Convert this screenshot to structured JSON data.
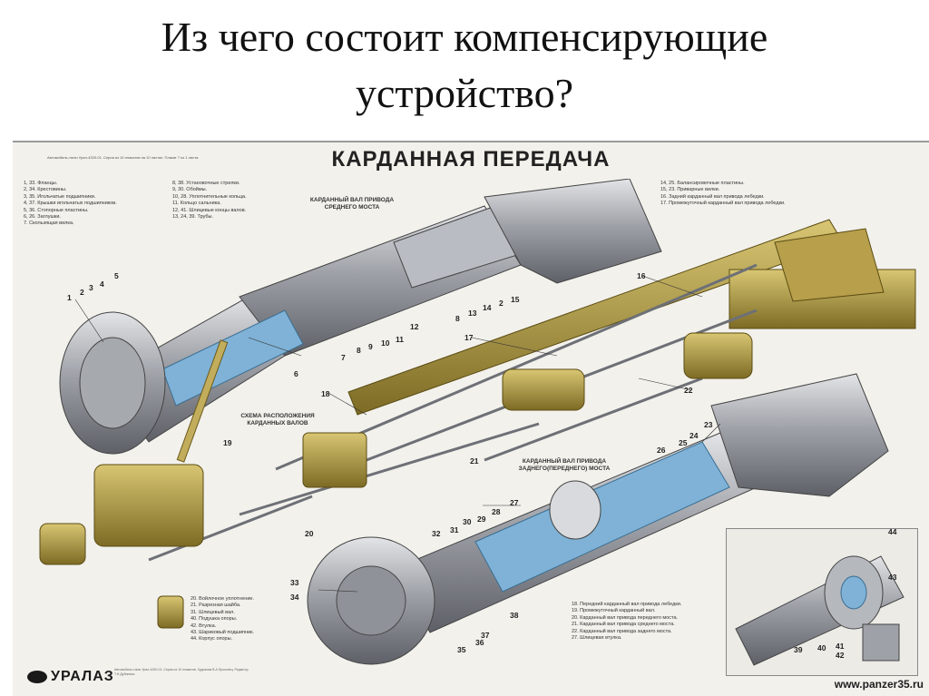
{
  "slide": {
    "title_line1": "Из чего состоит компенсирующие",
    "title_line2": "устройство?"
  },
  "poster": {
    "heading": "КАРДАННАЯ ПЕРЕДАЧА",
    "header_note": "Автомобиль-тягач Урал-4320-01. Серия из 10 плакатов на 10 листах. Плакат 7 из 1 листа.",
    "legend_left": [
      "1, 33. Фланцы.",
      "2, 34. Крестовины.",
      "3, 35. Игольчатые подшипники.",
      "4, 37. Крышки игольчатых подшипников.",
      "5, 36. Стопорные пластины.",
      "6, 26. Заглушки.",
      "7. Скользящая вилка."
    ],
    "legend_mid": [
      "8, 38. Установочные стрелки.",
      "9, 30. Обоймы.",
      "10, 28. Уплотнительные кольца.",
      "11. Кольцо сальника.",
      "12, 41. Шлицевые концы валов.",
      "13, 24, 39. Трубы."
    ],
    "legend_right": [
      "14, 25. Балансировочные пластины.",
      "15, 23. Приварные вилки.",
      "16. Задний карданный вал привода лебедки.",
      "17. Промежуточный карданный вал привода лебедки."
    ],
    "legend_bottom_left": [
      "20. Войлочное уплотнение.",
      "21. Разрезная шайба.",
      "31. Шлицевый вал.",
      "40. Подушка опоры.",
      "42. Втулка.",
      "43. Шариковый подшипник.",
      "44. Корпус опоры."
    ],
    "legend_bottom_right": [
      "18. Передний карданный вал привода лебедки.",
      "19. Промежуточный карданный вал.",
      "20. Карданный вал привода переднего моста.",
      "21. Карданный вал привода среднего моста.",
      "22. Карданный вал привода заднего моста.",
      "27. Шлицевая втулка."
    ],
    "caption_mid_shaft": "КАРДАННЫЙ ВАЛ ПРИВОДА\nСРЕДНЕГО МОСТА",
    "caption_scheme": "СХЕМА РАСПОЛОЖЕНИЯ\nКАРДАННЫХ ВАЛОВ",
    "caption_rear_shaft": "КАРДАННЫЙ ВАЛ ПРИВОДА\nЗАДНЕГО(ПЕРЕДНЕГО) МОСТА",
    "logo_text": "УРАЛАЗ",
    "imprint": "Автомобиль-тягач Урал-4320-01. Серия из 10 плакатов. Художник В.А.Прокопец. Редактор Т.Н.Дубинина.",
    "watermark": "www.panzer35.ru"
  },
  "callouts": [
    {
      "id": "1",
      "text": "1"
    },
    {
      "id": "2",
      "text": "2"
    },
    {
      "id": "3",
      "text": "3"
    },
    {
      "id": "4",
      "text": "4"
    },
    {
      "id": "5",
      "text": "5"
    },
    {
      "id": "6",
      "text": "6"
    },
    {
      "id": "7",
      "text": "7"
    },
    {
      "id": "8",
      "text": "8"
    },
    {
      "id": "9",
      "text": "9"
    },
    {
      "id": "10",
      "text": "10"
    },
    {
      "id": "11",
      "text": "11"
    },
    {
      "id": "12",
      "text": "12"
    },
    {
      "id": "8b",
      "text": "8"
    },
    {
      "id": "13",
      "text": "13"
    },
    {
      "id": "14",
      "text": "14"
    },
    {
      "id": "2b",
      "text": "2"
    },
    {
      "id": "15",
      "text": "15"
    },
    {
      "id": "16",
      "text": "16"
    },
    {
      "id": "17",
      "text": "17"
    },
    {
      "id": "18",
      "text": "18"
    },
    {
      "id": "19",
      "text": "19"
    },
    {
      "id": "20",
      "text": "20"
    },
    {
      "id": "21",
      "text": "21"
    },
    {
      "id": "22",
      "text": "22"
    },
    {
      "id": "23",
      "text": "23"
    },
    {
      "id": "24",
      "text": "24"
    },
    {
      "id": "25",
      "text": "25"
    },
    {
      "id": "26",
      "text": "26"
    },
    {
      "id": "27",
      "text": "27"
    },
    {
      "id": "28",
      "text": "28"
    },
    {
      "id": "29",
      "text": "29"
    },
    {
      "id": "30",
      "text": "30"
    },
    {
      "id": "31",
      "text": "31"
    },
    {
      "id": "32",
      "text": "32"
    },
    {
      "id": "33",
      "text": "33"
    },
    {
      "id": "34",
      "text": "34"
    },
    {
      "id": "35",
      "text": "35"
    },
    {
      "id": "36",
      "text": "36"
    },
    {
      "id": "37",
      "text": "37"
    },
    {
      "id": "38",
      "text": "38"
    },
    {
      "id": "39",
      "text": "39"
    },
    {
      "id": "40",
      "text": "40"
    },
    {
      "id": "41",
      "text": "41"
    },
    {
      "id": "42",
      "text": "42"
    },
    {
      "id": "43",
      "text": "43"
    },
    {
      "id": "44",
      "text": "44"
    }
  ],
  "colors": {
    "metal": "#8d9096",
    "metal_light": "#c8cacf",
    "section_blue": "#7fb2d6",
    "frame_olive": "#9c8a3c",
    "olive_light": "#c2ad5c",
    "poster_bg": "#f2f1ec"
  }
}
